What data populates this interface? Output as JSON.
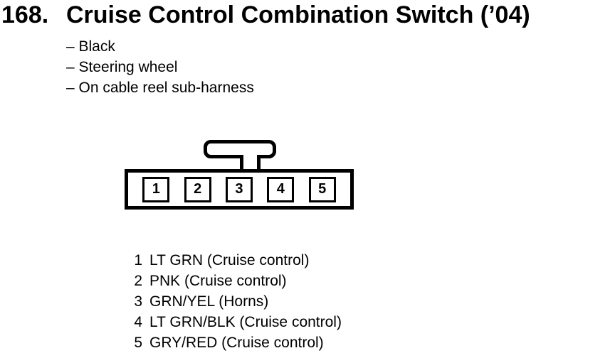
{
  "title": {
    "number": "168.",
    "text": "Cruise Control Combination Switch (’04)"
  },
  "notes": [
    "– Black",
    "– Steering wheel",
    "– On cable reel sub-harness"
  ],
  "connector": {
    "pins": [
      "1",
      "2",
      "3",
      "4",
      "5"
    ]
  },
  "pin_list": [
    {
      "pin": "1",
      "label": "LT GRN (Cruise control)"
    },
    {
      "pin": "2",
      "label": "PNK (Cruise control)"
    },
    {
      "pin": "3",
      "label": "GRN/YEL (Horns)"
    },
    {
      "pin": "4",
      "label": "LT GRN/BLK (Cruise control)"
    },
    {
      "pin": "5",
      "label": "GRY/RED (Cruise control)"
    }
  ],
  "colors": {
    "ink": "#000000",
    "background": "#ffffff"
  }
}
